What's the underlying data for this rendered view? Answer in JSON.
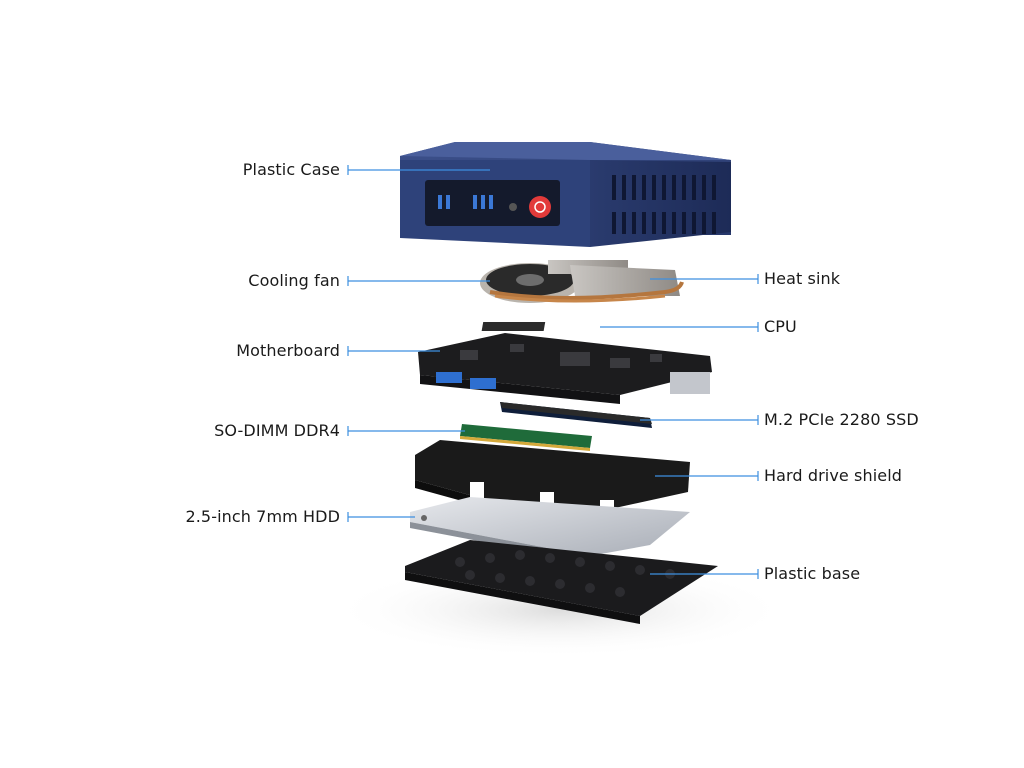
{
  "labels": {
    "plastic_case": "Plastic Case",
    "cooling_fan": "Cooling fan",
    "motherboard": "Motherboard",
    "sodimm": "SO-DIMM DDR4",
    "hdd": "2.5-inch 7mm HDD",
    "heat_sink": "Heat sink",
    "cpu": "CPU",
    "ssd": "M.2 PCIe 2280 SSD",
    "shield": "Hard drive shield",
    "base": "Plastic base"
  },
  "colors": {
    "leader_line": "#3d8fe0",
    "case_blue": "#2c3f75",
    "power_button": "#e23a3a",
    "board": "#1c1c1e",
    "ram_green": "#1f6b3a",
    "ssd_blue": "#1f5fbf",
    "hdd_silver": "#c9ccd2"
  }
}
